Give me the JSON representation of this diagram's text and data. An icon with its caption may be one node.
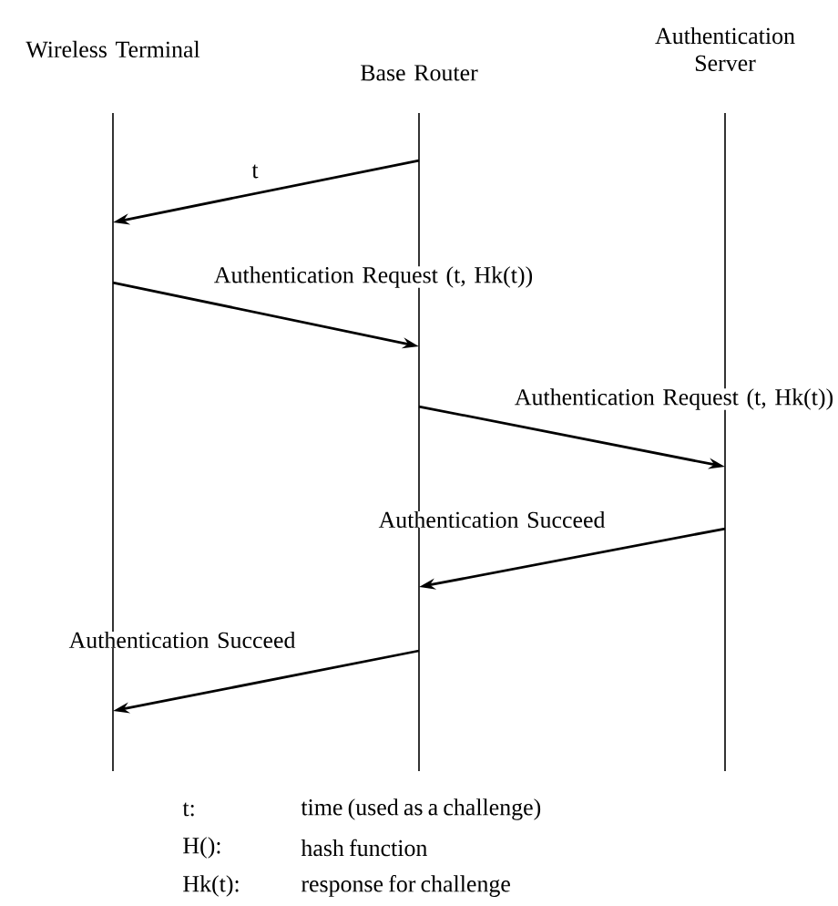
{
  "diagram": {
    "nodes": [
      {
        "text": [
          "Wireless Terminal"
        ]
      },
      {
        "text": [
          "Base Router"
        ]
      },
      {
        "text": [
          "Authentication Server"
        ]
      }
    ],
    "edges": [
      {
        "from": 1,
        "to": 0,
        "arrow": "to",
        "label": "t"
      },
      {
        "from": 0,
        "to": 1,
        "arrow": "to",
        "label": "Authentication Request (t, Hk(t))"
      },
      {
        "from": 1,
        "to": 2,
        "arrow": "to",
        "label": "Authentication Request (t, Hk(t))"
      },
      {
        "from": 2,
        "to": 1,
        "arrow": "to",
        "label": "Authentication Succeed"
      },
      {
        "from": 1,
        "to": 0,
        "arrow": "to",
        "label": "Authentication Succeed"
      }
    ],
    "labels": [
      "t:",
      "time (used as a challenge)",
      "H():",
      "hash function",
      "Hk(t):",
      "response for challenge"
    ]
  }
}
